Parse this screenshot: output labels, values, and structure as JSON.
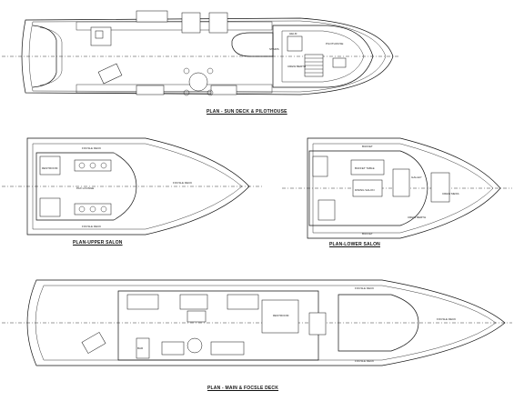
{
  "plans": {
    "sun_deck": {
      "title": "PLAN - SUN DECK & PILOTHOUSE",
      "labels": {
        "helm": "HELM",
        "pilothouse": "PILOTHOUSE",
        "stairs": "STAIRS",
        "crew_berth": "CREW BERTH"
      }
    },
    "upper_salon": {
      "title": "PLAN-UPPER SALON",
      "labels": {
        "focsle_deck_top": "FOCSLE DECK",
        "focsle_deck_mid": "FOCSLE DECK",
        "focsle_deck_bottom": "FOCSLE DECK",
        "restroom": "RESTROOM",
        "pax_lounge": "PAX LOUNGE"
      }
    },
    "lower_salon": {
      "title": "PLAN-LOWER SALON",
      "labels": {
        "buffet_top": "BUFFET",
        "buffet_table": "BUFFET TABLE",
        "dining_salon": "DINING SALON",
        "galley": "GALLEY",
        "crew_mess": "CREW MESS",
        "buffet_bottom": "BUFFET",
        "crew_berth": "CREW BERTH"
      }
    },
    "main_deck": {
      "title": "PLAN - MAIN & FOCSLE DECK",
      "labels": {
        "focsle_deck_top": "FOCSLE DECK",
        "focsle_deck_mid": "FOCSLE DECK",
        "focsle_deck_bottom": "FOCSLE DECK",
        "restroom": "RESTROOM",
        "bar": "BAR"
      }
    }
  }
}
